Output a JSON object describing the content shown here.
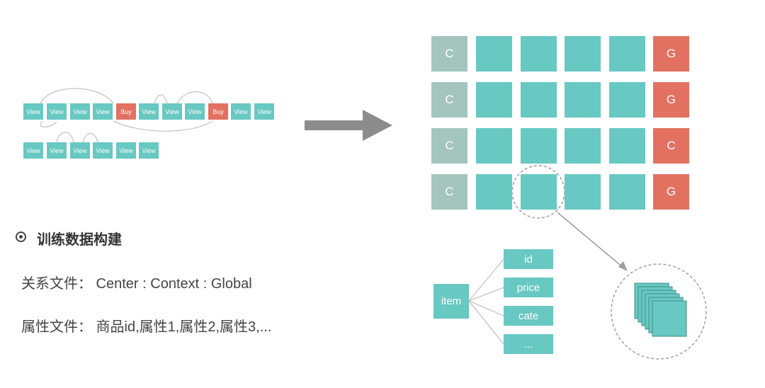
{
  "colors": {
    "teal": "#68c8c2",
    "red": "#e27161",
    "grey": "#a3c5be",
    "arrow": "#8c8c8c"
  },
  "sequence": {
    "row1": [
      "View",
      "View",
      "View",
      "View",
      "Buy",
      "View",
      "View",
      "View",
      "Buy",
      "View",
      "View"
    ],
    "row2": [
      "View",
      "View",
      "View",
      "View",
      "View",
      "View"
    ]
  },
  "grid": {
    "rows": [
      [
        "C",
        "",
        "",
        "",
        "",
        "G"
      ],
      [
        "C",
        "",
        "",
        "",
        "",
        "G"
      ],
      [
        "C",
        "",
        "",
        "",
        "",
        "C"
      ],
      [
        "C",
        "",
        "",
        "",
        "",
        "G"
      ]
    ],
    "cell_types": [
      [
        "grey",
        "teal",
        "teal",
        "teal",
        "teal",
        "red"
      ],
      [
        "grey",
        "teal",
        "teal",
        "teal",
        "teal",
        "red"
      ],
      [
        "grey",
        "teal",
        "teal",
        "teal",
        "teal",
        "red"
      ],
      [
        "grey",
        "teal",
        "teal",
        "teal",
        "teal",
        "red"
      ]
    ]
  },
  "section": {
    "bullet_icon": "radio-bullet-icon",
    "title": "训练数据构建",
    "relation_line": "关系文件： Center : Context : Global",
    "attribute_line": "属性文件： 商品id,属性1,属性2,属性3,..."
  },
  "item_tree": {
    "root": "item",
    "attributes": [
      "id",
      "price",
      "cate",
      "..."
    ]
  },
  "icons": {
    "big_arrow": "right-arrow-icon",
    "stack": "stacked-squares-icon"
  }
}
